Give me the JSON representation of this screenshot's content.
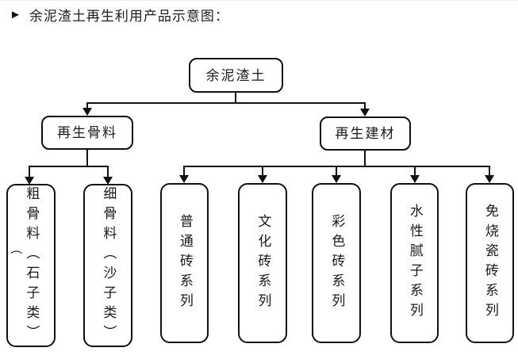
{
  "title": {
    "bullet": "►",
    "text": "余泥渣土再生利用产品示意图："
  },
  "tree": {
    "root": {
      "label": "余泥渣土"
    },
    "branches": [
      {
        "label": "再生骨料"
      },
      {
        "label": "再生建材"
      }
    ],
    "leaves_left": [
      {
        "label": "粗骨料（石子类）",
        "overflow_glyph": "（"
      },
      {
        "label": "细骨料（沙子类）"
      }
    ],
    "leaves_right": [
      {
        "label": "普通砖系列"
      },
      {
        "label": "文化砖系列"
      },
      {
        "label": "彩色砖系列"
      },
      {
        "label": "水性腻子系列"
      },
      {
        "label": "免烧瓷砖系列"
      }
    ]
  },
  "colors": {
    "line": "#111111",
    "text": "#1a1a1a",
    "background": "#ffffff"
  }
}
